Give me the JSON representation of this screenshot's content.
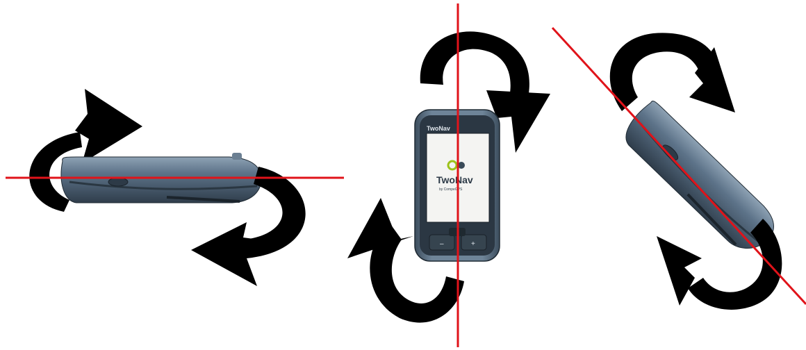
{
  "devices": {
    "front": {
      "header_brand": "TwoNav",
      "screen_logo_text": "TwoNav",
      "screen_logo_subtext": "by CompeGPS",
      "minus_label": "–",
      "plus_label": "+"
    }
  },
  "colors": {
    "axis_line": "#e0131a",
    "arrow": "#000000",
    "device_body": "#4e6478",
    "device_dark": "#2d3a47",
    "screen_bg": "#f4f4f2",
    "logo_green": "#9cc21a"
  },
  "icons": [
    "rotation-arrow-icon",
    "axis-line-icon"
  ]
}
